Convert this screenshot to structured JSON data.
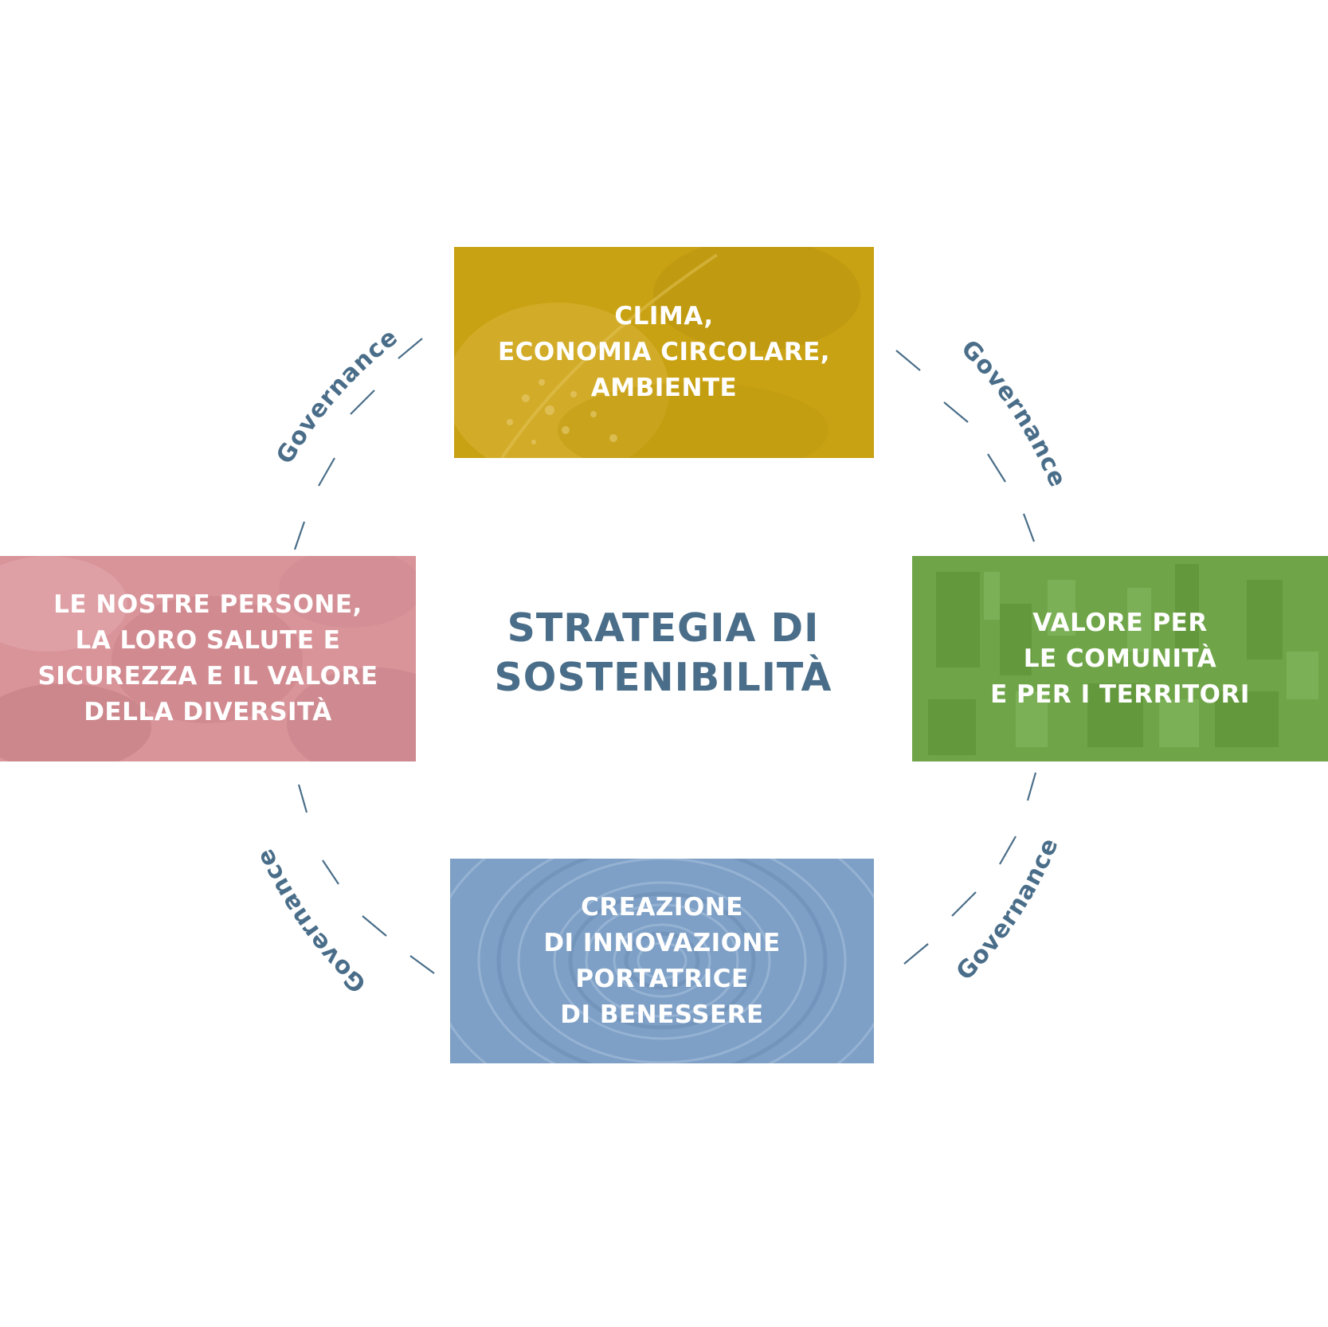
{
  "center_title": [
    "STRATEGIA DI",
    "SOSTENIBILITÀ"
  ],
  "connector_label": "Governance",
  "pillars": {
    "top": {
      "lines": [
        "CLIMA,",
        "ECONOMIA CIRCOLARE,",
        "AMBIENTE"
      ],
      "color": "#c9a213",
      "image_subject": "leaf-with-water-drops"
    },
    "left": {
      "lines": [
        "LE NOSTRE PERSONE,",
        "LA LORO SALUTE E",
        "SICUREZZA E IL VALORE",
        "DELLA DIVERSITÀ"
      ],
      "color": "#d9949a",
      "image_subject": "stacked-hands-team"
    },
    "right": {
      "lines": [
        "VALORE PER",
        "LE COMUNITÀ",
        "E PER I TERRITORI"
      ],
      "color": "#6fa548",
      "image_subject": "aerial-city-view"
    },
    "bottom": {
      "lines": [
        "CREAZIONE",
        "DI INNOVAZIONE",
        "PORTATRICE",
        "DI BENESSERE"
      ],
      "color": "#7ea0c6",
      "image_subject": "swirling-water-spiral"
    }
  },
  "accent_color": "#4a6e89"
}
